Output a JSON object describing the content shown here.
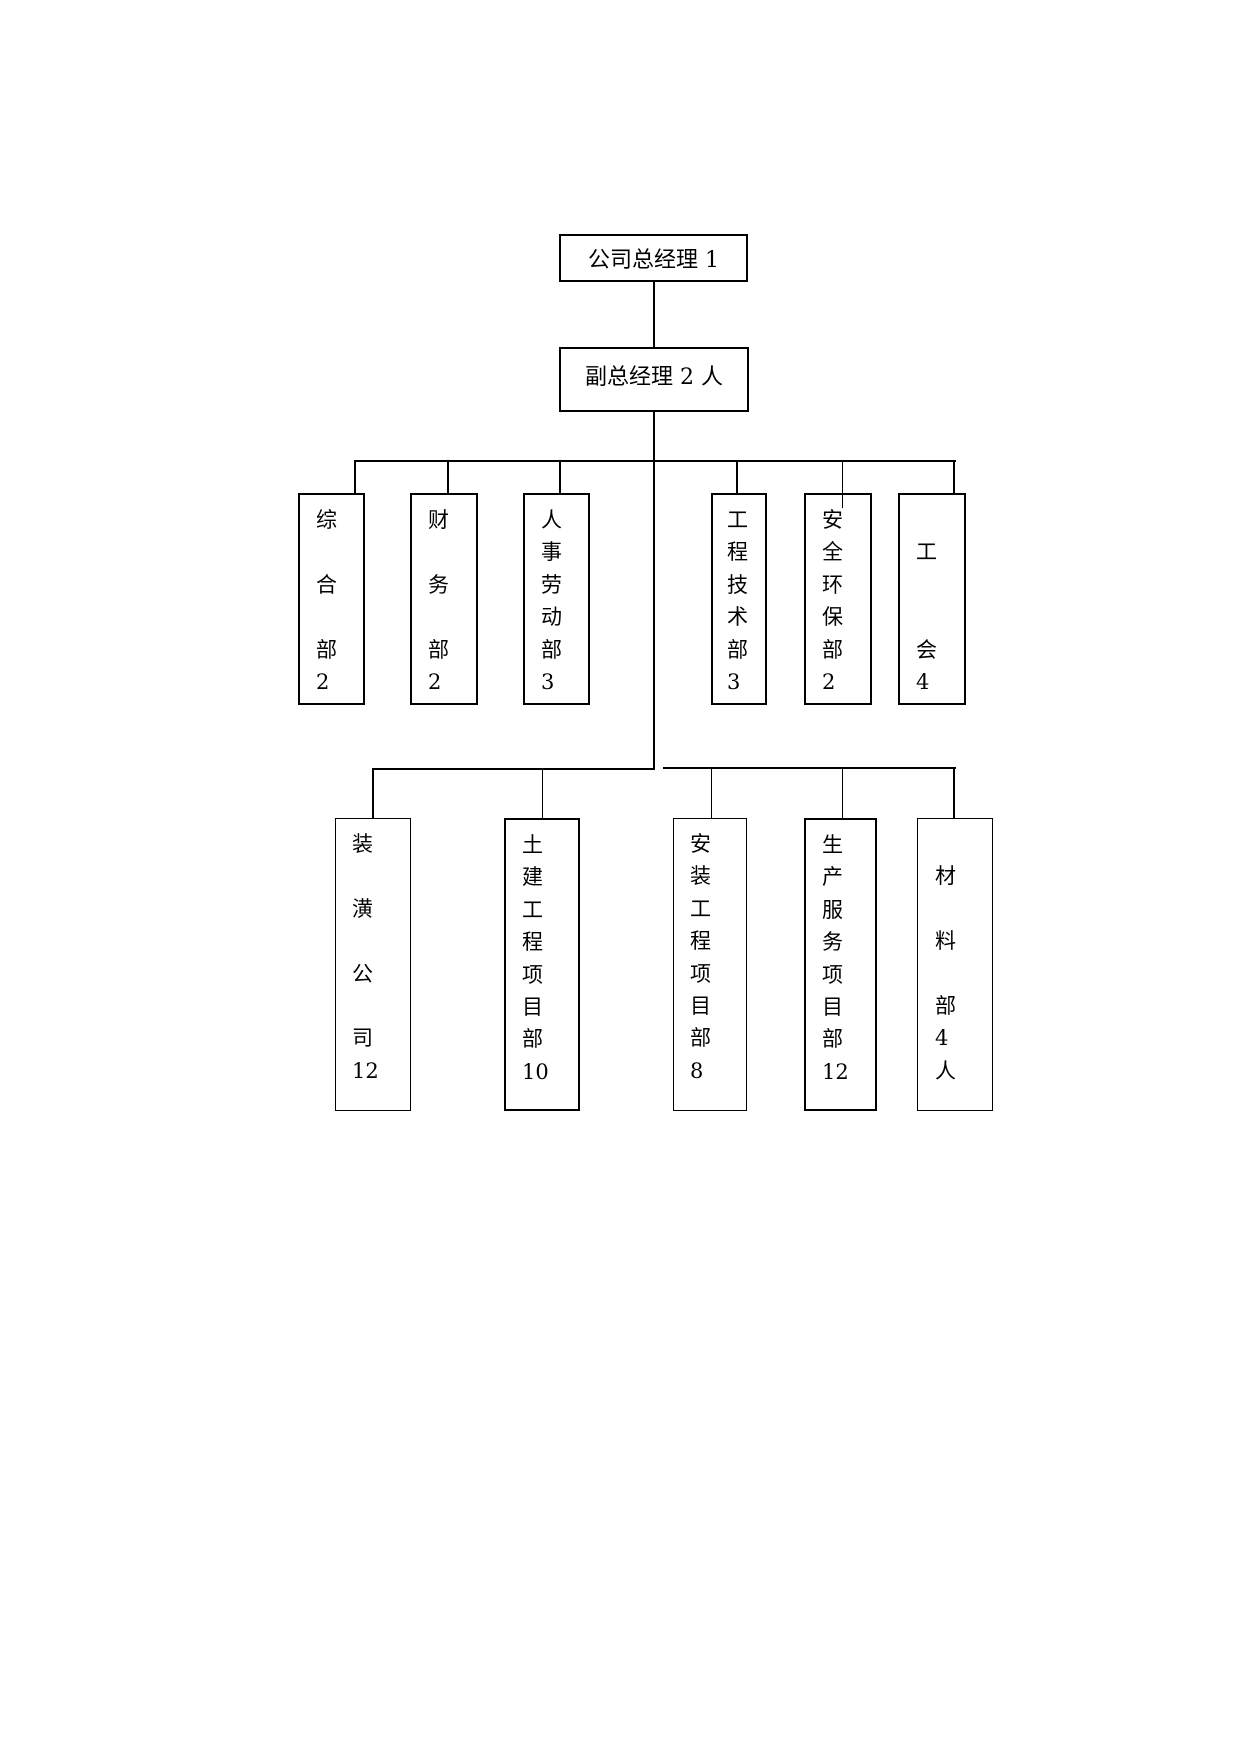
{
  "top": {
    "label": "公司总经理 1"
  },
  "deputy": {
    "label": "副总经理 2 人"
  },
  "departments": [
    {
      "id": "general-office",
      "lines": [
        "综",
        "",
        "合",
        "",
        "部",
        "2"
      ]
    },
    {
      "id": "finance",
      "lines": [
        "财",
        "",
        "务",
        "",
        "部",
        "2"
      ]
    },
    {
      "id": "hr-labor",
      "lines": [
        "人",
        "事",
        "劳",
        "动",
        "部",
        "3"
      ]
    },
    {
      "id": "engineering-tech",
      "lines": [
        "工",
        "程",
        "技",
        "术",
        "部",
        "3"
      ]
    },
    {
      "id": "safety-env",
      "lines": [
        "安",
        "全",
        "环",
        "保",
        "部",
        "2"
      ]
    },
    {
      "id": "union",
      "lines": [
        "",
        "工",
        "",
        "",
        "会",
        "4"
      ]
    }
  ],
  "units": [
    {
      "id": "decoration-company",
      "lines": [
        "装",
        "",
        "潢",
        "",
        "公",
        "",
        "司",
        "12"
      ]
    },
    {
      "id": "civil-project",
      "lines": [
        "土",
        "建",
        "工",
        "程",
        "项",
        "目",
        "部",
        "10"
      ]
    },
    {
      "id": "installation-project",
      "lines": [
        "安",
        "装",
        "工",
        "程",
        "项",
        "目",
        "部",
        "8"
      ]
    },
    {
      "id": "production-service-project",
      "lines": [
        "生",
        "产",
        "服",
        "务",
        "项",
        "目",
        "部",
        "12"
      ]
    },
    {
      "id": "materials",
      "lines": [
        "",
        "材",
        "",
        "料",
        "",
        "部",
        "4",
        "人"
      ]
    }
  ]
}
